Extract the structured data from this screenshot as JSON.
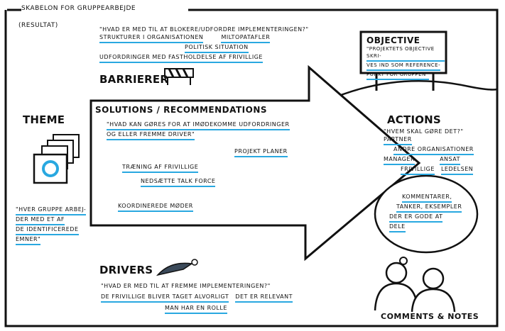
{
  "header": {
    "title": "SKABELON FOR GRUPPEARBEJDE",
    "subtitle": "(RESULTAT)"
  },
  "barriers": {
    "heading": "BARRIERER",
    "q": "\"HVAD ER MED TIL AT BLOKERE/UDFORDRE IMPLEMENTERINGEN?\"",
    "l1": "STRUKTURER I ORGANISATIONEN",
    "l2": "MILTOPATAFLER",
    "l3": "POLITISK SITUATION",
    "l4": "UDFORDRINGER MED FASTHOLDELSE AF FRIVILLIGE"
  },
  "objective": {
    "heading": "OBJECTIVE",
    "l1": "\"PROJEKTETS OBJECTIVE SKRI-",
    "l2": "VES IND SOM REFERENCE-",
    "l3": "PUNKT FOR GRUPPEN\""
  },
  "theme": {
    "heading": "THEME",
    "l1": "\"HVER GRUPPE ARBEJ-",
    "l2": "DER MED ET AF",
    "l3": "DE IDENTIFICEREDE",
    "l4": "EMNER\""
  },
  "solutions": {
    "heading": "SOLUTIONS / RECOMMENDATIONS",
    "q1": "\"HVAD KAN GØRES FOR AT IMØDEKOMME UDFORDRINGER",
    "q2": "OG ELLER FREMME DRIVER\"",
    "i1": "PROJEKT PLANER",
    "i2": "TRÆNING AF FRIVILLIGE",
    "i3": "NEDSÆTTE TALK FORCE",
    "i4": "KOORDINEREDE MØDER"
  },
  "actions": {
    "heading": "ACTIONS",
    "q": "\"HVEM SKAL GØRE DET?\"",
    "a1": "PARTNER",
    "a2": "ANDRE ORGANISATIONER",
    "a3": "MANAGER",
    "a4": "ANSAT",
    "a5": "FRIVILLIGE",
    "a6": "LEDELSEN"
  },
  "comments": {
    "l1": "KOMMENTARER,",
    "l2": "TANKER, EKSEMPLER",
    "l3": "DER ER GODE AT",
    "l4": "DELE",
    "heading": "COMMENTS & NOTES"
  },
  "drivers": {
    "heading": "DRIVERS",
    "q": "\"HVAD ER MED TIL AT FREMME IMPLEMENTERINGEN?\"",
    "l1": "DE FRIVILLIGE BLIVER TAGET ALVORLIGT",
    "l2": "DET ER RELEVANT",
    "l3": "MAN HAR EN ROLLE"
  },
  "colors": {
    "accent": "#29a8e0",
    "ink": "#111111"
  },
  "icons": [
    "barrier-icon",
    "billboard-icon",
    "cards-icon",
    "cycle-icon",
    "superhero-icon",
    "thought-bubble-icon",
    "people-icon"
  ]
}
